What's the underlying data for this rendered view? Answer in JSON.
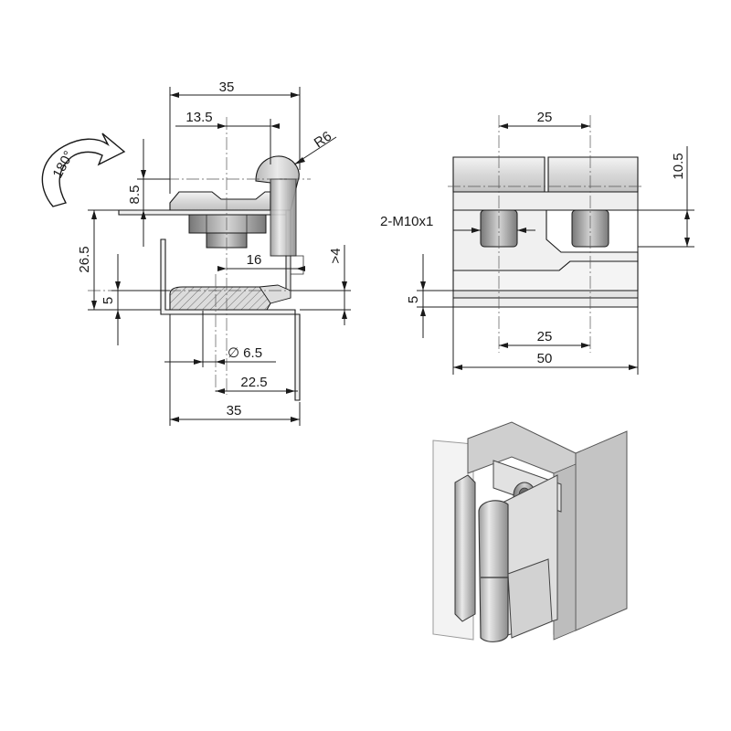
{
  "side_view": {
    "dim_total_width_top": "35",
    "dim_offset": "13.5",
    "dim_radius": "R6",
    "dim_height_small": "8.5",
    "dim_height_total": "26.5",
    "dim_thickness": "5",
    "dim_nut_width": "16",
    "dim_clearance": ">4",
    "dim_hole_dia": "∅ 6.5",
    "dim_hole_offset": "22.5",
    "dim_total_width_bottom": "35",
    "rotation_label": "180°"
  },
  "front_view": {
    "dim_pitch_top": "25",
    "dim_height": "10.5",
    "thread_callout": "2-M10x1",
    "dim_thickness": "5",
    "dim_pitch_bottom": "25",
    "dim_total_width": "50"
  },
  "colors": {
    "metal_light": "#e8e8e8",
    "metal_mid": "#c9c9c9",
    "metal_dark": "#8a8a8a",
    "line": "#1a1a1a"
  }
}
